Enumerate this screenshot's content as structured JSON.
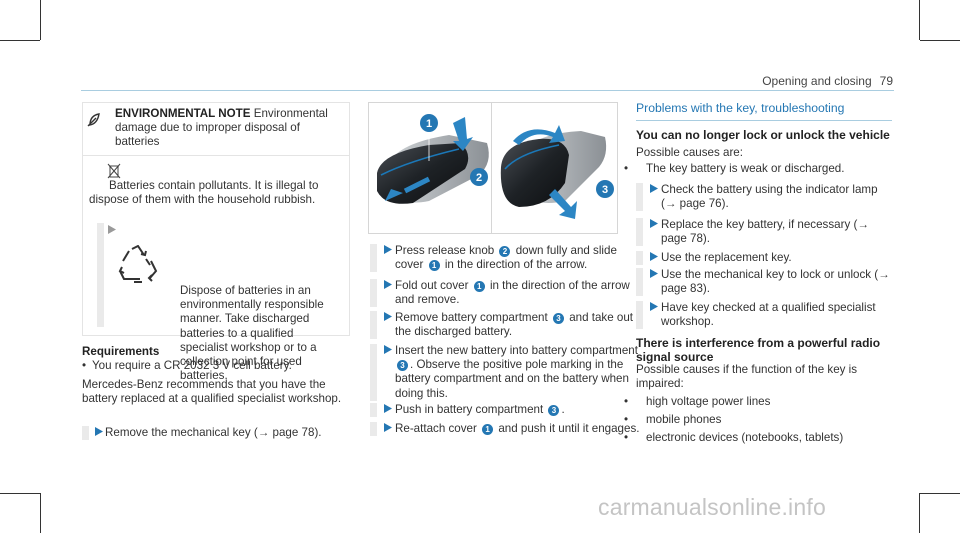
{
  "header": {
    "section": "Opening and closing",
    "page_number": "79"
  },
  "env_note": {
    "title": "ENVIRONMENTAL NOTE",
    "text": "Environmental damage due to improper disposal of batteries",
    "pollutants": "Batteries contain pollutants. It is illegal to dispose of them with the household rubbish.",
    "dispose": "Dispose of batteries in an environmentally responsible manner. Take discharged batteries to a qualified specialist workshop or to a collection point for used batteries."
  },
  "requirements": {
    "title": "Requirements",
    "item": "You require a CR 2032 3 V cell battery.",
    "para": "Mercedes-Benz recommends that you have the battery replaced at a qualified specialist workshop.",
    "step": "Remove the mechanical key (→ page 78)."
  },
  "figure": {
    "labels": [
      "1",
      "2",
      "3"
    ]
  },
  "mid_steps": [
    {
      "pre": "Press release knob",
      "badge": "2",
      "post": "down fully and slide",
      "pre2": "cover",
      "badge2": "1",
      "post2": "in the direction of the arrow."
    },
    {
      "pre": "Fold out cover",
      "badge": "1",
      "post": "in the direction of the arrow and remove."
    },
    {
      "pre": "Remove battery compartment",
      "badge": "3",
      "post": "and take out the discharged battery."
    },
    {
      "pre": "Insert the new battery into battery compartment",
      "badge": "3",
      "post": ". Observe the positive pole marking in the battery compartment and on the battery when doing this."
    },
    {
      "pre": "Push in battery compartment",
      "badge": "3",
      "post": "."
    },
    {
      "pre": "Re-attach cover",
      "badge": "1",
      "post": "and push it until it engages."
    }
  ],
  "right": {
    "section_title": "Problems with the key, troubleshooting",
    "heading1": "You can no longer lock or unlock the vehicle",
    "causes_intro": "Possible causes are:",
    "cause1": "The key battery is weak or discharged.",
    "step1": "Check the battery using the indicator lamp (→ page 76).",
    "step2": "Replace the key battery, if necessary (→ page 78).",
    "step3": "Use the replacement key.",
    "step4": "Use the mechanical key to lock or unlock (→ page 83).",
    "step5": "Have key checked at a qualified specialist workshop.",
    "heading2": "There is interference from a powerful radio signal source",
    "impaired": "Possible causes if the function of the key is impaired:",
    "sources": [
      "high voltage power lines",
      "mobile phones",
      "electronic devices (notebooks, tablets)"
    ]
  },
  "watermark": "carmanualsonline.info",
  "colors": {
    "accent": "#2477b3",
    "rule": "#a9cde0",
    "bar": "#eaeaea"
  }
}
